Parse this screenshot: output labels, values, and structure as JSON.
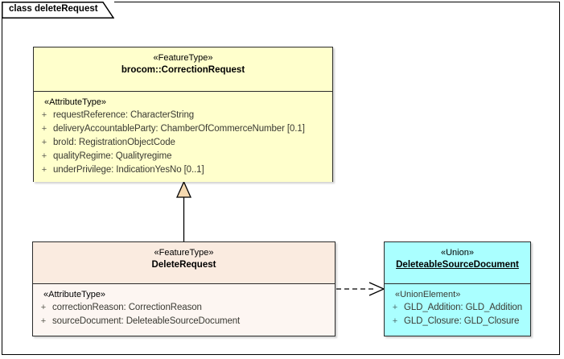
{
  "diagram": {
    "title": "class deleteRequest",
    "colors": {
      "feature_type_fill": "#FFFFCC",
      "delete_request_header_fill": "#FAEBE0",
      "delete_request_body_fill": "#FDF6F2",
      "union_fill": "#AAFFFF",
      "border": "#2B2B2B",
      "generalization_arrow_fill": "#F5D9B0"
    }
  },
  "classes": {
    "correction_request": {
      "stereotype": "«FeatureType»",
      "name": "brocom::CorrectionRequest",
      "compartment_stereotype": "«AttributeType»",
      "attributes": [
        {
          "visibility": "+",
          "text": "requestReference: CharacterString"
        },
        {
          "visibility": "+",
          "text": "deliveryAccountableParty: ChamberOfCommerceNumber [0.1]"
        },
        {
          "visibility": "+",
          "text": "broId: RegistrationObjectCode"
        },
        {
          "visibility": "+",
          "text": "qualityRegime: Qualityregime"
        },
        {
          "visibility": "+",
          "text": "underPrivilege: IndicationYesNo [0..1]"
        }
      ]
    },
    "delete_request": {
      "stereotype": "«FeatureType»",
      "name": "DeleteRequest",
      "compartment_stereotype": "«AttributeType»",
      "attributes": [
        {
          "visibility": "+",
          "text": "correctionReason: CorrectionReason"
        },
        {
          "visibility": "+",
          "text": "sourceDocument: DeleteableSourceDocument"
        }
      ]
    },
    "deleteable_source_document": {
      "stereotype": "«Union»",
      "name": "DeleteableSourceDocument",
      "compartment_stereotype": "«UnionElement»",
      "attributes": [
        {
          "visibility": "+",
          "text": "GLD_Addition: GLD_Addition"
        },
        {
          "visibility": "+",
          "text": "GLD_Closure: GLD_Closure"
        }
      ]
    }
  },
  "connectors": [
    {
      "name": "generalization",
      "from": "DeleteRequest",
      "to": "brocom::CorrectionRequest",
      "style": "solid-line-hollow-triangle"
    },
    {
      "name": "dependency",
      "from": "DeleteRequest",
      "to": "DeleteableSourceDocument",
      "style": "dashed-line-open-arrow"
    }
  ]
}
